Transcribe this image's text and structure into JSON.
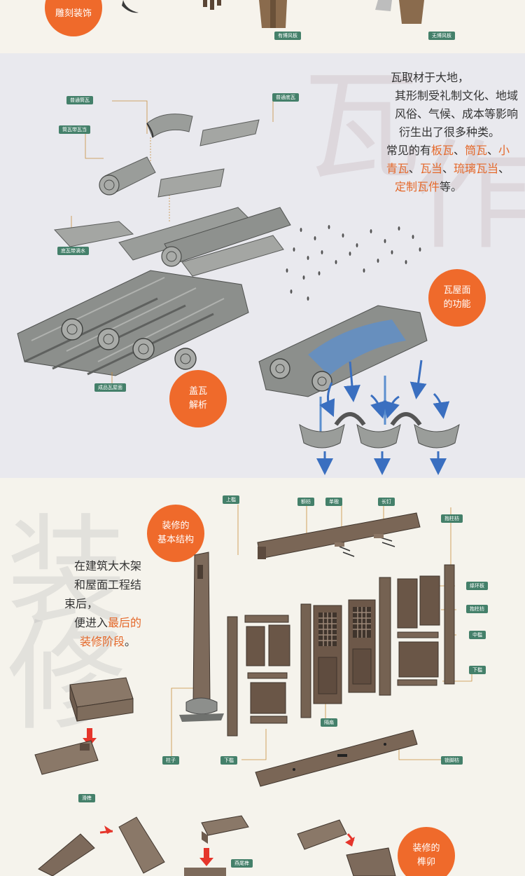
{
  "top": {
    "badge": "雕刻装饰",
    "label_left": "有博风板",
    "label_right": "无博风板"
  },
  "tile": {
    "watermark": [
      "瓦",
      "作"
    ],
    "paragraph": {
      "line1": "瓦取材于大地，",
      "line2": "其形制受礼制文化、地域",
      "line3": "风俗、气候、成本等影响",
      "line4": "衍生出了很多种类。",
      "line5_pre": "常见的有",
      "line5_h1": "板瓦",
      "line5_sep1": "、",
      "line5_h2": "筒瓦",
      "line5_sep2": "、",
      "line5_h3": "小",
      "line6_h1": "青瓦",
      "line6_sep1": "、",
      "line6_h2": "瓦当",
      "line6_sep2": "、",
      "line6_h3": "琉璃瓦当",
      "line6_sep3": "、",
      "line7_h1": "定制瓦件",
      "line7_post": "等。"
    },
    "labels": {
      "pt_tongwa": "普通筒瓦",
      "pt_diwa": "普通底瓦",
      "tongwa_wadang": "筒瓦带瓦当",
      "diwa_dishui": "底瓦带滴水",
      "finished_roof": "成品瓦屋面"
    },
    "badge_analysis": [
      "盖瓦",
      "解析"
    ],
    "badge_function": [
      "瓦屋面",
      "的功能"
    ]
  },
  "deco": {
    "watermark": [
      "装",
      "修"
    ],
    "badge_structure": [
      "装修的",
      "基本结构"
    ],
    "badge_mortise": [
      "装修的",
      "榫卯"
    ],
    "paragraph": {
      "line1": "在建筑大木架",
      "line2": "和屋面工程结",
      "line3": "束后，",
      "line4": "便进入",
      "line4_h": "最后的",
      "line5_h": "装修阶段",
      "line5_post": "。"
    },
    "labels": {
      "shang_kan": "上槛",
      "e_fang": "额枋",
      "dan_yan": "单楹",
      "chang_ding": "长钉",
      "bao_zhu_fang": "抱柱枋",
      "zhuan_huan_ban": "绦环板",
      "bao_zhu_fang2": "抱柱枋",
      "zhong_kan": "中槛",
      "xia_kan": "下槛",
      "ge_shan": "隔扇",
      "zhu_zi": "柱子",
      "xia_kan2": "下槛",
      "qie_jiao_fang": "锁脚枋",
      "hua_sun": "滑榫",
      "yan_wei_sun": "燕尾榫"
    }
  },
  "colors": {
    "accent_orange": "#ef6a2b",
    "label_green": "#44806a",
    "highlight_text": "#e4682a",
    "tile_gray": "#9a9d9a",
    "wood_brown": "#7a6656",
    "water_blue": "#5b8fcf"
  }
}
